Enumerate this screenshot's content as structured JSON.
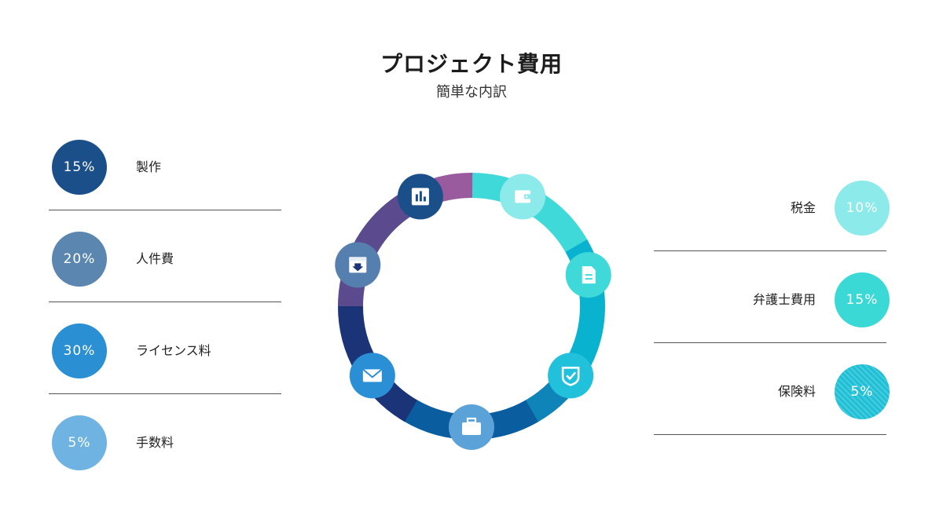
{
  "header": {
    "title": "プロジェクト費用",
    "subtitle": "簡単な内訳"
  },
  "left_items": [
    {
      "percent": "15%",
      "label": "製作",
      "color": "#1b4f8a"
    },
    {
      "percent": "20%",
      "label": "人件費",
      "color": "#5b86b0"
    },
    {
      "percent": "30%",
      "label": "ライセンス料",
      "color": "#2a8fd3"
    },
    {
      "percent": "5%",
      "label": "手数料",
      "color": "#6fb3e2"
    }
  ],
  "right_items": [
    {
      "percent": "10%",
      "label": "税金",
      "color": "#8ceaea"
    },
    {
      "percent": "15%",
      "label": "弁護士費用",
      "color": "#3bd9d6"
    },
    {
      "percent": "5%",
      "label": "保険料",
      "color": "#1fc0d6"
    }
  ],
  "chart_data": {
    "type": "pie",
    "segments": [
      {
        "color": "#3ed9d8"
      },
      {
        "color": "#3ed9d8"
      },
      {
        "color": "#09b3cf"
      },
      {
        "color": "#09b3cf"
      },
      {
        "color": "#0e84b8"
      },
      {
        "color": "#0a5d9e"
      },
      {
        "color": "#0a5d9e"
      },
      {
        "color": "#1a3477"
      },
      {
        "color": "#1a3477"
      },
      {
        "color": "#5b4a8e"
      },
      {
        "color": "#5b4a8e"
      },
      {
        "color": "#9a5a9e"
      }
    ],
    "icons": [
      {
        "name": "wallet-icon",
        "color": "#8ceaea"
      },
      {
        "name": "document-icon",
        "color": "#3ed9d8"
      },
      {
        "name": "shield-check-icon",
        "color": "#21c0db"
      },
      {
        "name": "briefcase-icon",
        "color": "#5aa2d8"
      },
      {
        "name": "envelope-icon",
        "color": "#2b8fd6"
      },
      {
        "name": "download-box-icon",
        "color": "#557fae"
      },
      {
        "name": "bar-chart-icon",
        "color": "#1b4f8a"
      }
    ]
  }
}
